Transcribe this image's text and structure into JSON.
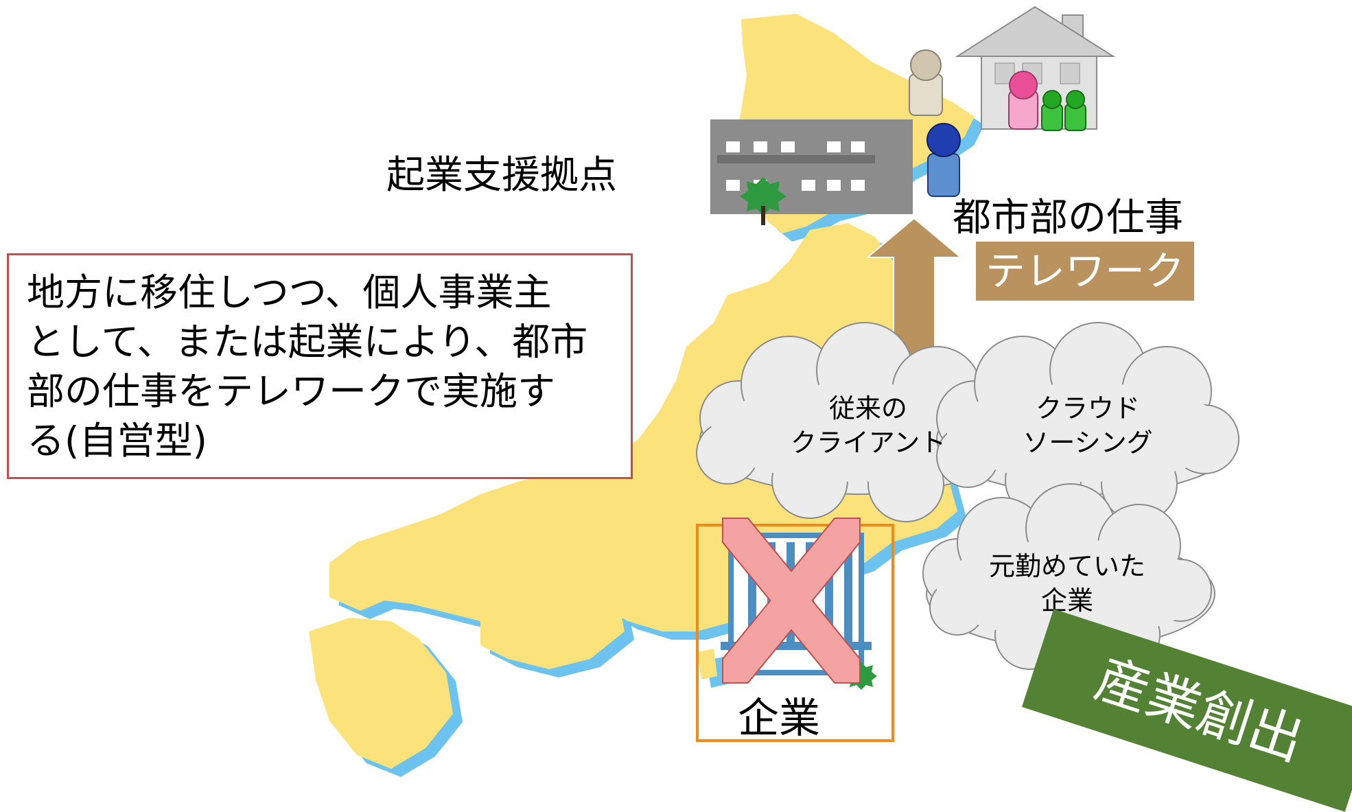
{
  "support_base_label": "起業支援拠点",
  "urban_work_label": "都市部の仕事",
  "telework_label": "テレワーク",
  "description": {
    "line1": "地方に移住しつつ、個人事業主",
    "line2": "として、または起業により、都市",
    "line3": "部の仕事をテレワークで実施す",
    "line4": "る(自営型)"
  },
  "clouds": [
    {
      "line1": "従来の",
      "line2": "クライアント"
    },
    {
      "line1": "クラウド",
      "line2": "ソーシング"
    },
    {
      "line1": "元勤めていた",
      "line2": "企業"
    }
  ],
  "company_label": "企業",
  "industry_creation_label": "産業創出",
  "colors": {
    "land": "#fce27a",
    "sea": "#6cc3ef",
    "building_gray": "#8c8c8c",
    "arrow": "#b9925d",
    "cloud_fill": "#ececec",
    "box_border": "#c0504d",
    "company_border": "#f08a1c",
    "cross": "#f4a3a3",
    "badge": "#548235"
  }
}
